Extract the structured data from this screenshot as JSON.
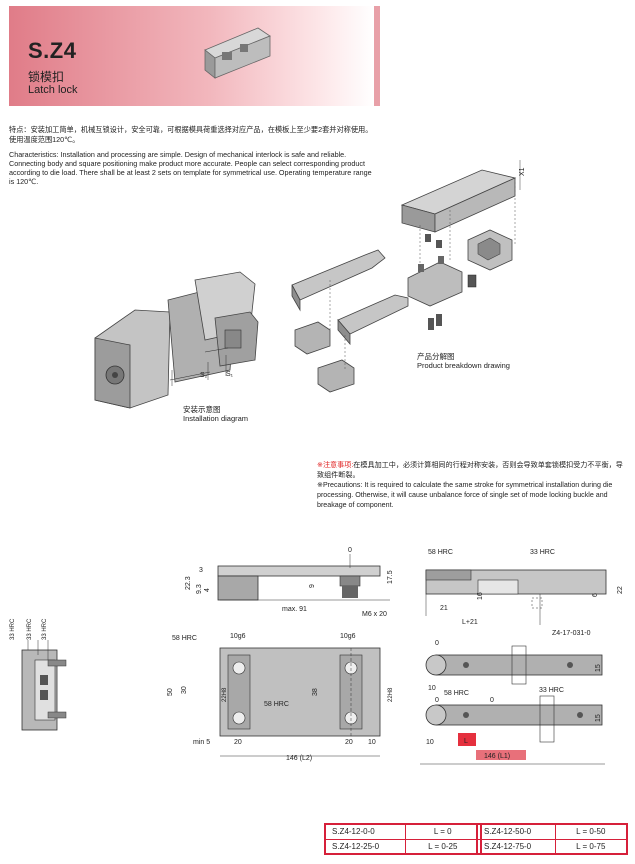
{
  "header": {
    "code": "S.Z4",
    "name_cn": "锁模扣",
    "name_en": "Latch lock"
  },
  "features": {
    "cn": "特点：安装加工简单，机械互锁设计，安全可靠，可根据模具荷重选择对应产品，在模板上至少要2套并对称使用。使用温度范围120℃。",
    "en": "Characteristics: Installation and processing are simple. Design of mechanical interlock is safe and reliable. Connecting body and square positioning make product more accurate. People can select corresponding product according to die load. There shall be at least 2 sets on template for symmetrical use. Operating temperature range is 120℃."
  },
  "captions": {
    "install_cn": "安装示意图",
    "install_en": "Installation diagram",
    "breakdown_cn": "产品分解图",
    "breakdown_en": "Product breakdown drawing"
  },
  "install_labels": {
    "s1": "S₁",
    "s2": "S₂",
    "x1": "X1"
  },
  "notes": {
    "warn_label": "※注意事项:",
    "cn": "在模具加工中，必须计算相同的行程对称安装，否则会导致单套锁模扣受力不平衡，导致组件断裂。",
    "en": "※Precautions: It is required to calculate the same stroke for symmetrical installation during die processing. Otherwise, it will cause unbalance force of single set of mode locking buckle and breakage of component."
  },
  "drawing": {
    "hrc_33": "33 HRC",
    "hrc_58": "58 HRC",
    "dim_0": "0",
    "dim_3": "3",
    "dim_22_3": "22.3",
    "dim_9_3": "9.3",
    "dim_4": "4",
    "dim_9": "9",
    "dim_17_5": "17.5",
    "dim_max91": "max. 91",
    "dim_m6x20": "M6 x 20",
    "dim_10g6": "10g6",
    "dim_50": "50",
    "dim_30": "30",
    "dim_22h8": "22H8",
    "dim_38": "38",
    "dim_min5": "min 5",
    "dim_20": "20",
    "dim_10": "10",
    "dim_146_l2": "146 (L2)",
    "dim_21": "21",
    "dim_16": "16",
    "dim_l21": "L+21",
    "dim_6": "6",
    "dim_22": "22",
    "part_no": "Z4-17-031-0",
    "dim_15": "15",
    "dim_l": "L",
    "dim_146_l1": "146 (L1)"
  },
  "spec_table": {
    "left": [
      {
        "code": "S.Z4-12-0-0",
        "stroke": "L = 0"
      },
      {
        "code": "S.Z4-12-25-0",
        "stroke": "L = 0-25"
      }
    ],
    "right": [
      {
        "code": "S.Z4-12-50-0",
        "stroke": "L = 0-50"
      },
      {
        "code": "S.Z4-12-75-0",
        "stroke": "L = 0-75"
      }
    ]
  }
}
